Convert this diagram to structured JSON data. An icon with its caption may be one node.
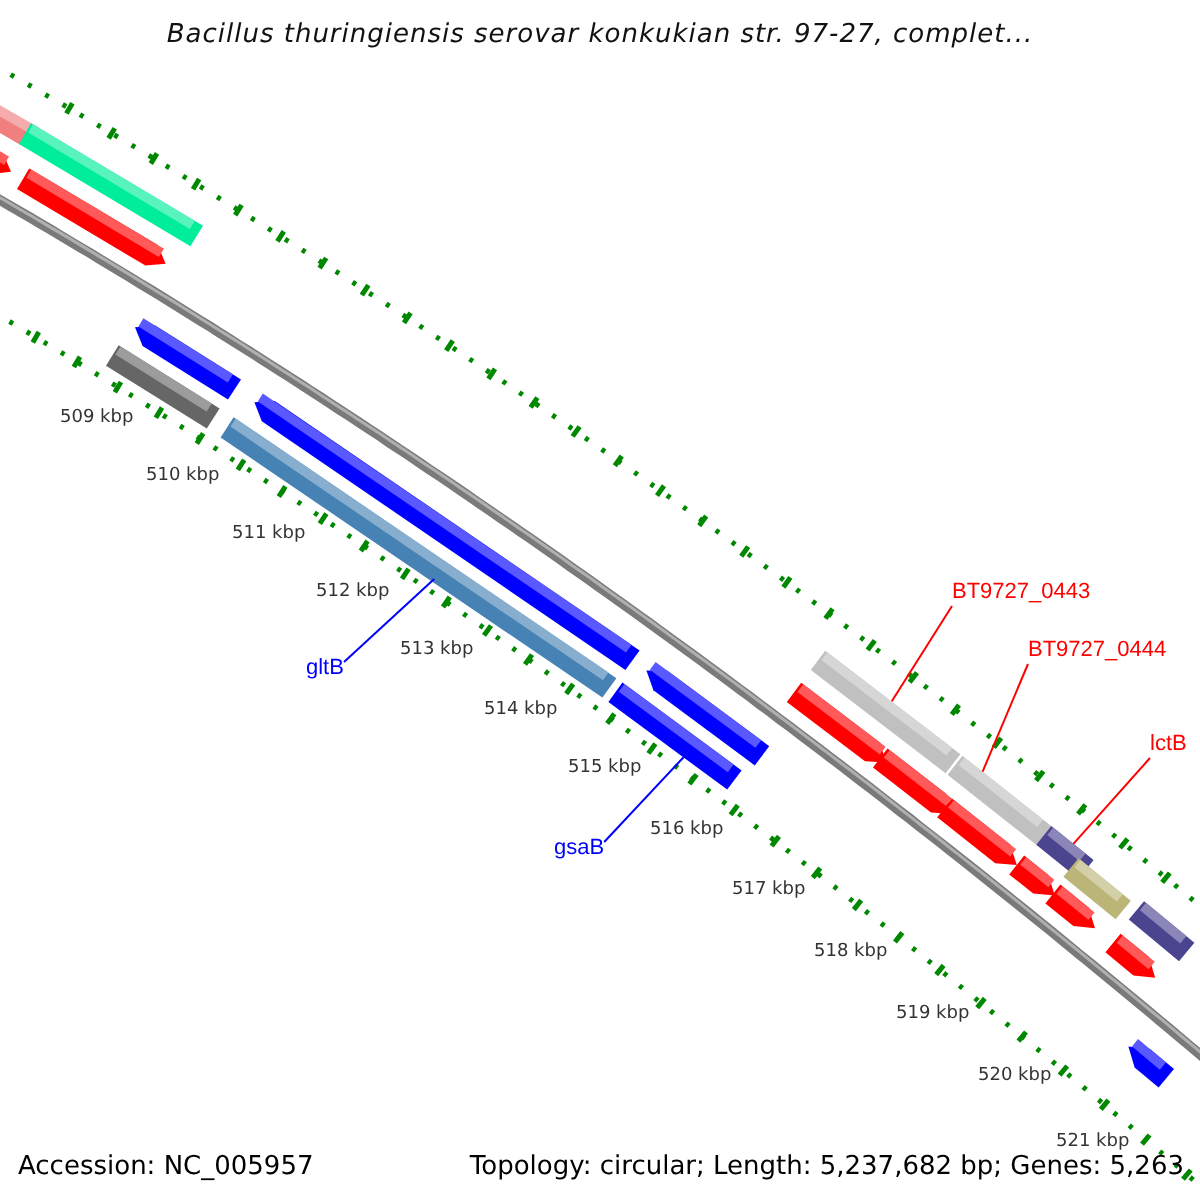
{
  "diagram": {
    "title": "Bacillus thuringiensis serovar konkukian str. 97-27, complet...",
    "nodes": [
      {
        "text": [
          "gltB"
        ]
      },
      {
        "text": [
          "gsaB"
        ]
      },
      {
        "text": [
          "BT9727_0443"
        ]
      },
      {
        "text": [
          "BT9727_0444"
        ]
      },
      {
        "text": [
          "lctB"
        ]
      },
      {
        "text": [],
        "shape": "bar"
      },
      {
        "text": [],
        "shape": "bar"
      },
      {
        "text": [],
        "shape": "bar"
      },
      {
        "text": [],
        "shape": "bar"
      },
      {
        "text": [],
        "shape": "bar"
      },
      {
        "text": [],
        "shape": "arrow"
      },
      {
        "text": [],
        "shape": "bar"
      },
      {
        "text": [],
        "shape": "arrow"
      },
      {
        "text": [],
        "shape": "arrow"
      },
      {
        "text": [],
        "shape": "arrow"
      },
      {
        "text": [],
        "shape": "arrow"
      },
      {
        "text": [],
        "shape": "arrow"
      },
      {
        "text": [],
        "shape": "arrow"
      },
      {
        "text": [],
        "shape": "bar"
      },
      {
        "text": [],
        "shape": "arrow"
      },
      {
        "text": [],
        "shape": "arrow"
      },
      {
        "text": [],
        "shape": "arrow"
      },
      {
        "text": [],
        "shape": "arrow"
      },
      {
        "text": [],
        "shape": "arrow"
      },
      {
        "text": [],
        "shape": "arrow"
      },
      {
        "text": [],
        "shape": "bar"
      },
      {
        "text": [],
        "shape": "bar"
      }
    ],
    "edges": [
      {
        "from": 0,
        "to": 5,
        "arrow": "none",
        "color": "#0000ff"
      },
      {
        "from": 1,
        "to": 6,
        "arrow": "none",
        "color": "#0000ff"
      },
      {
        "from": 2,
        "to": 7,
        "arrow": "none"
      },
      {
        "from": 3,
        "to": 8,
        "arrow": "none"
      },
      {
        "from": 4,
        "to": 9,
        "arrow": "none"
      }
    ],
    "labels": [
      "509 kbp",
      "510 kbp",
      "511 kbp",
      "512 kbp",
      "513 kbp",
      "514 kbp",
      "515 kbp",
      "516 kbp",
      "517 kbp",
      "518 kbp",
      "519 kbp",
      "520 kbp",
      "521 kbp",
      "Accession: NC_005957",
      "Topology: circular; Length: 5,237,682 bp; Genes: 5,263"
    ]
  }
}
